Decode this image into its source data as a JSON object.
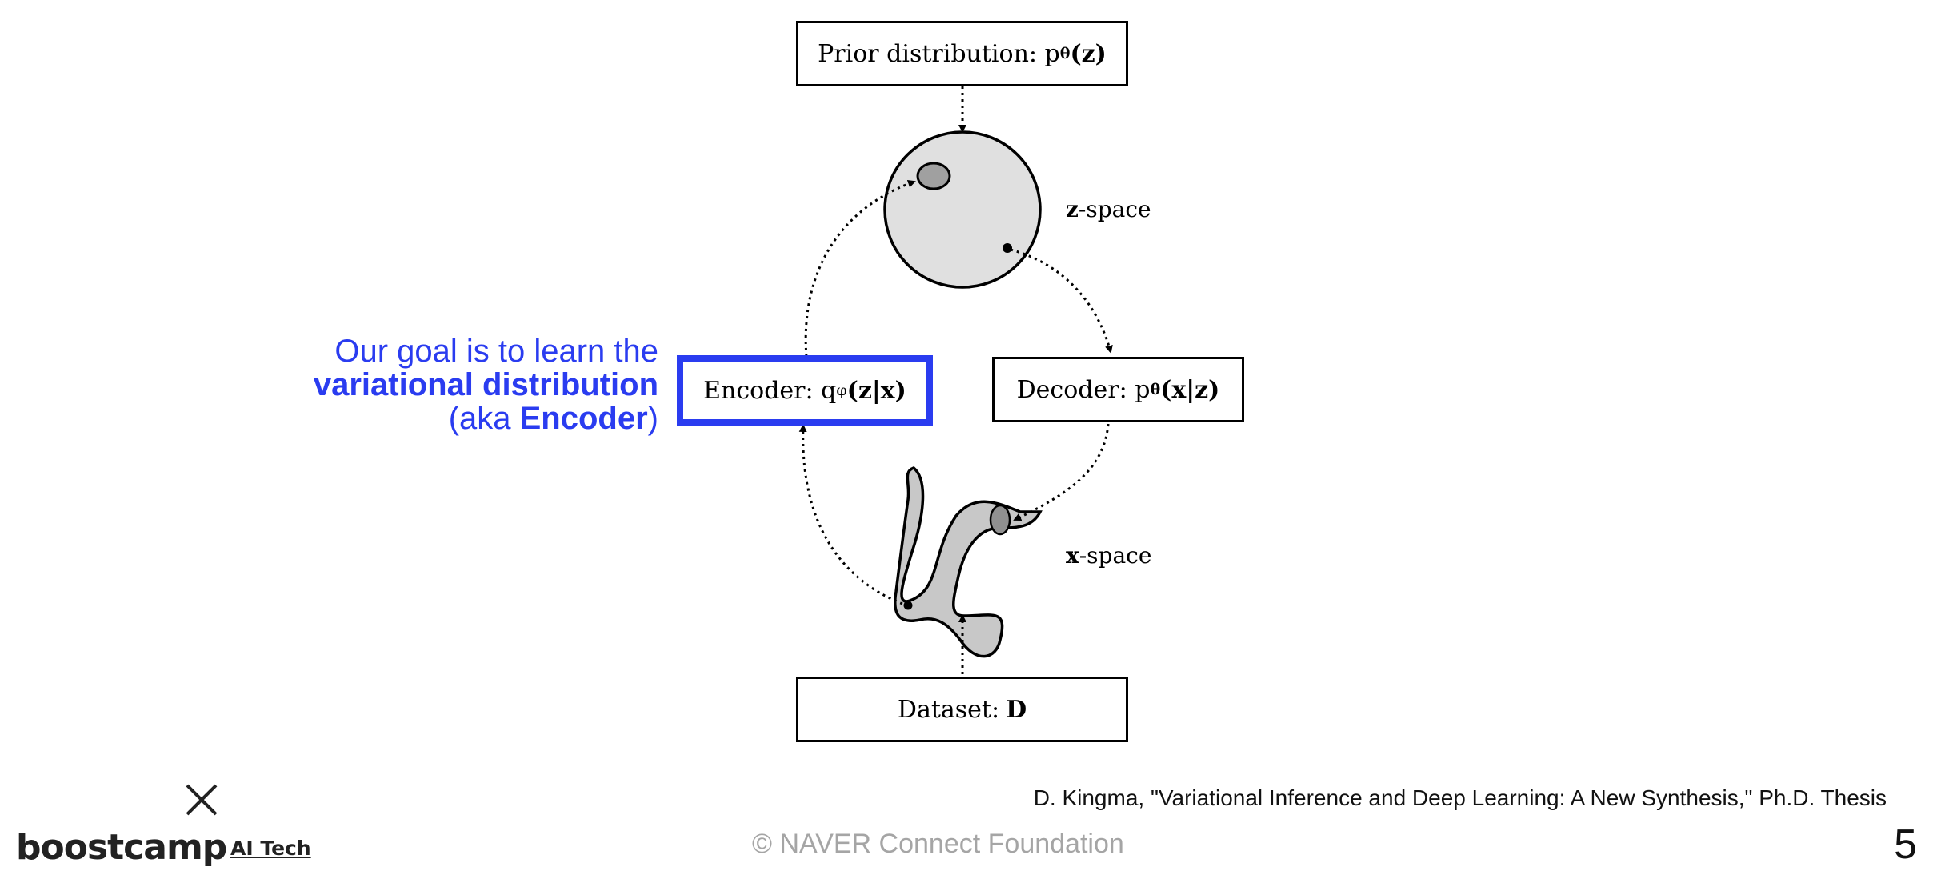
{
  "diagram": {
    "prior_box": {
      "label": "Prior distribution: p",
      "param": "θ",
      "arg": "(z)"
    },
    "encoder_box": {
      "label": "Encoder: q",
      "param": "φ",
      "arg": "(z|x)"
    },
    "decoder_box": {
      "label": "Decoder: p",
      "param": "θ",
      "arg": "(x|z)"
    },
    "dataset_box": {
      "label": "Dataset: ",
      "symbol": "D"
    },
    "z_space_label": {
      "symbol": "z",
      "text": "-space"
    },
    "x_space_label": {
      "symbol": "x",
      "text": "-space"
    }
  },
  "annotation": {
    "line1": "Our goal is to learn the",
    "line2": "variational distribution",
    "line3_prefix": "(aka ",
    "line3_bold": "Encoder",
    "line3_suffix": ")"
  },
  "footer": {
    "citation": "D. Kingma, \"Variational Inference and Deep Learning: A New Synthesis,\" Ph.D. Thesis",
    "copyright": "©  NAVER Connect Foundation",
    "page_number": "5",
    "logo_word": "boostcamp",
    "logo_sub": "AI Tech"
  },
  "colors": {
    "accent_blue": "#2a3cf0",
    "sphere_fill": "#e0e0e0",
    "blob_fill": "#c8c8c8",
    "copyright_gray": "#a5a5a5"
  },
  "icons": {
    "logo_mark": "x-mark-icon"
  }
}
